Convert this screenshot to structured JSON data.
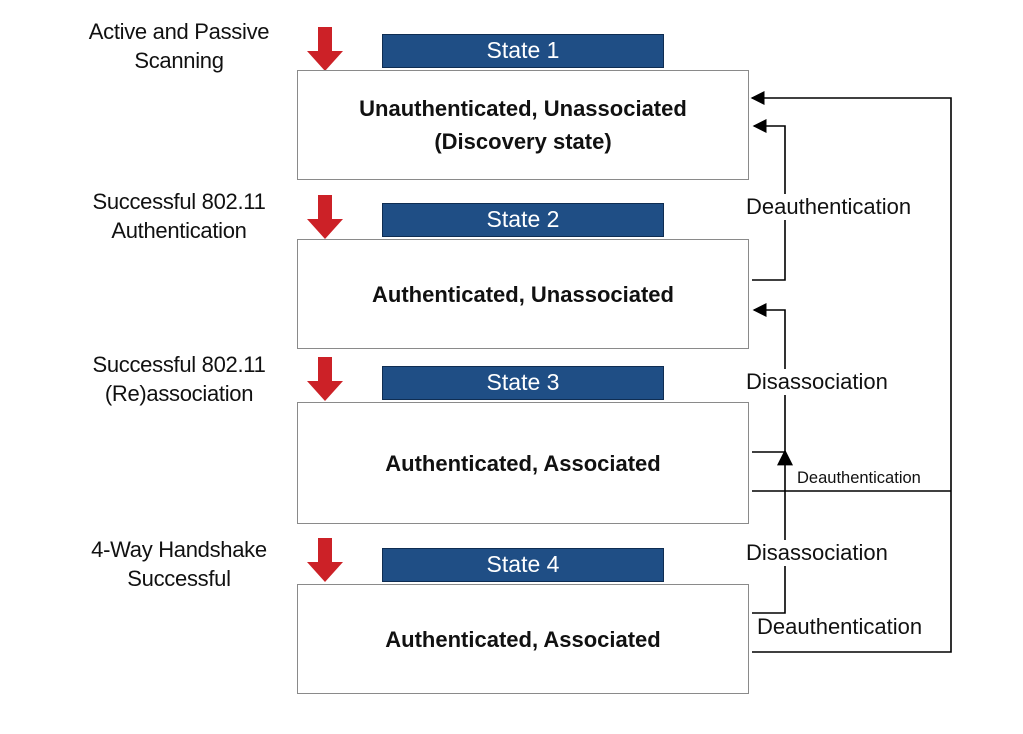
{
  "colors": {
    "state_header": "#1f4e85",
    "trigger_arrow": "#cc2127",
    "connector": "#000000",
    "box_border": "#8a8a8a"
  },
  "transitions_in": [
    {
      "lines": [
        "Active and Passive",
        "Scanning"
      ]
    },
    {
      "lines": [
        "Successful 802.11",
        "Authentication"
      ]
    },
    {
      "lines": [
        "Successful 802.11",
        "(Re)association"
      ]
    },
    {
      "lines": [
        "4-Way Handshake",
        "Successful"
      ]
    }
  ],
  "states": [
    {
      "header": "State 1",
      "lines": [
        "Unauthenticated, Unassociated",
        "(Discovery state)"
      ]
    },
    {
      "header": "State 2",
      "lines": [
        "Authenticated, Unassociated"
      ]
    },
    {
      "header": "State 3",
      "lines": [
        "Authenticated, Associated"
      ]
    },
    {
      "header": "State 4",
      "lines": [
        "Authenticated, Associated"
      ]
    }
  ],
  "return_transitions": {
    "state2_deauth": "Deauthentication",
    "state3_disassoc": "Disassociation",
    "state3_deauth": "Deauthentication",
    "state4_disassoc": "Disassociation",
    "state4_deauth": "Deauthentication"
  }
}
